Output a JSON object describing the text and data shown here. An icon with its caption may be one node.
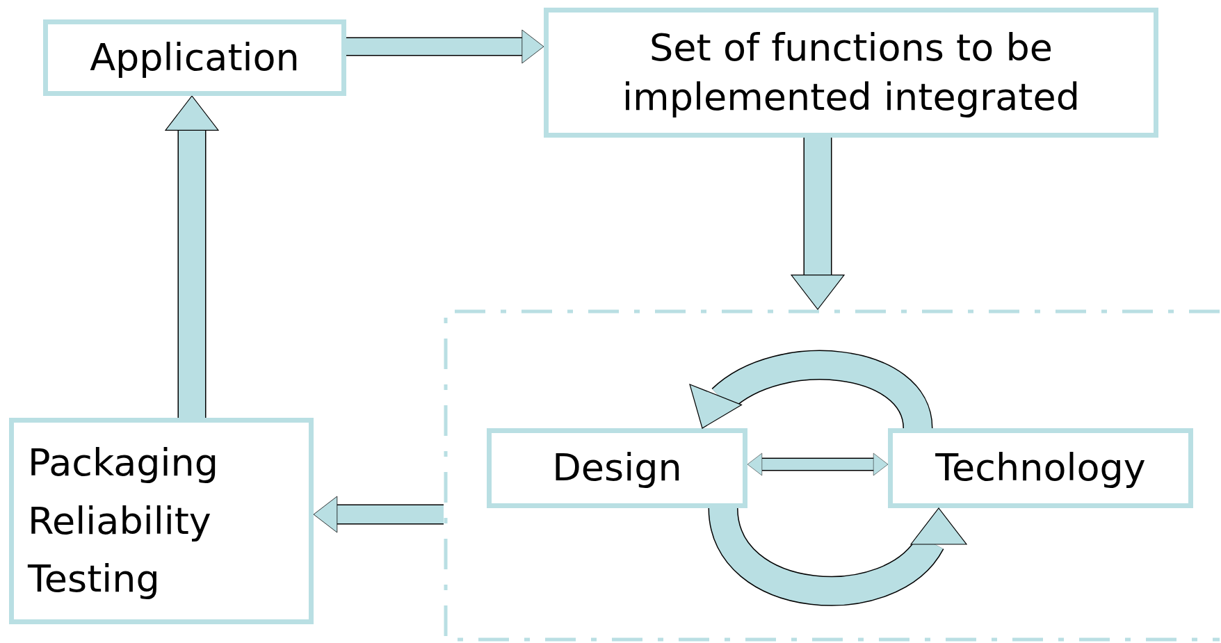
{
  "diagram": {
    "nodes": [
      {
        "text": [
          "Application"
        ]
      },
      {
        "text": [
          "Set of functions to be implemented integrated"
        ]
      },
      {
        "text": [],
        "shape": "box"
      },
      {
        "text": [
          "Design"
        ],
        "in": 2
      },
      {
        "text": [
          "Technology"
        ],
        "in": 2
      },
      {
        "text": [
          "Packaging",
          "Reliability",
          "Testing"
        ]
      }
    ],
    "edges": [
      {
        "from": 0,
        "to": 1,
        "arrow": "to"
      },
      {
        "from": 1,
        "to": 2,
        "arrow": "to"
      },
      {
        "from": 3,
        "to": 4,
        "arrow": "both"
      },
      {
        "from": 4,
        "to": 3,
        "arrow": "to"
      },
      {
        "from": 3,
        "to": 4,
        "arrow": "to"
      },
      {
        "from": 2,
        "to": 5,
        "arrow": "to"
      },
      {
        "from": 5,
        "to": 0,
        "arrow": "to"
      }
    ]
  }
}
